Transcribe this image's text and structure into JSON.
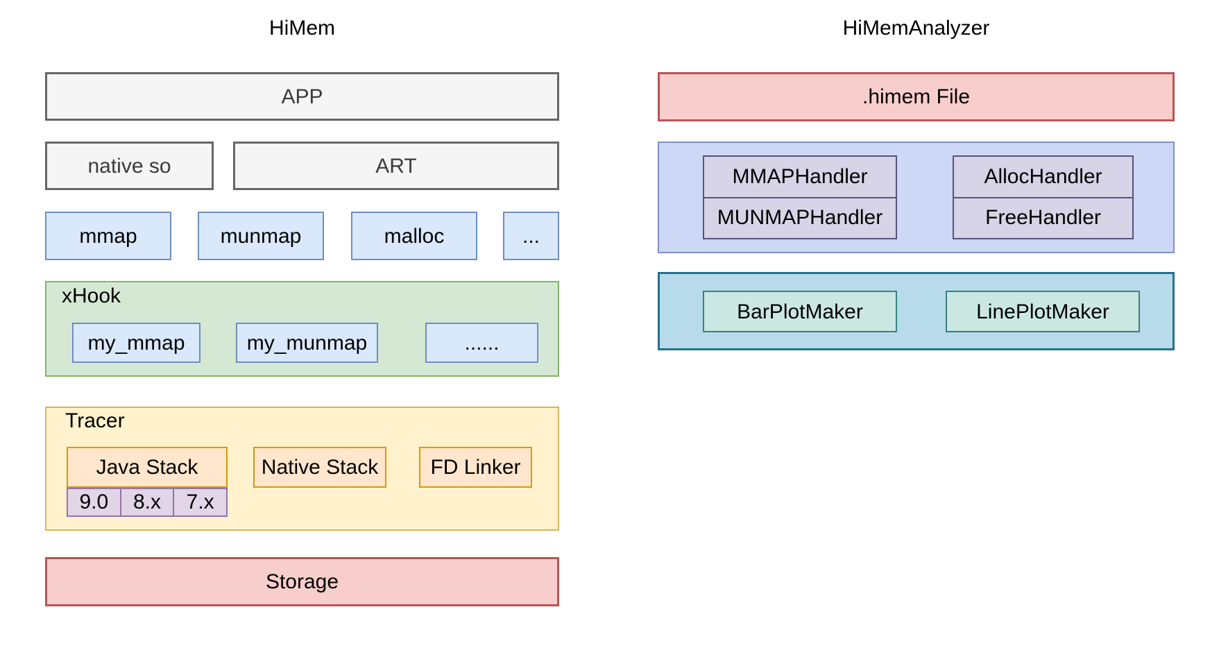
{
  "left_panel": {
    "title": "HiMem",
    "app_label": "APP",
    "native_so_label": "native so",
    "art_label": "ART",
    "syscalls": [
      "mmap",
      "munmap",
      "malloc",
      "..."
    ],
    "xhook": {
      "label": "xHook",
      "hooks": [
        "my_mmap",
        "my_munmap",
        "......"
      ]
    },
    "tracer": {
      "label": "Tracer",
      "java_stack_label": "Java Stack",
      "versions": [
        "9.0",
        "8.x",
        "7.x"
      ],
      "native_stack_label": "Native Stack",
      "fd_linker_label": "FD Linker"
    },
    "storage_label": "Storage"
  },
  "right_panel": {
    "title": "HiMemAnalyzer",
    "himem_file_label": ".himem File",
    "handlers": {
      "mmap": "MMAPHandler",
      "munmap": "MUNMAPHandler",
      "alloc": "AllocHandler",
      "free": "FreeHandler"
    },
    "plot_makers": {
      "bar": "BarPlotMaker",
      "line": "LinePlotMaker"
    }
  },
  "colors": {
    "grey_fill": "#f5f5f5",
    "grey_border": "#666666",
    "blue_fill": "#dae8fc",
    "blue_border": "#6c8ebf",
    "green_fill": "#d5e8d4",
    "green_border": "#82b366",
    "yellow_fill": "#fff2cc",
    "yellow_border": "#d6b656",
    "orange_fill": "#ffe6cc",
    "orange_border": "#d79b00",
    "purple_fill": "#e1d5e7",
    "purple_border": "#9673a6",
    "red_fill": "#f8cecc",
    "red_border": "#b85450",
    "handler_panel_fill": "#ccd8f5",
    "handler_panel_border": "#7d8fc9",
    "handler_fill": "#d6d4e6",
    "handler_border": "#56517e",
    "plot_panel_fill": "#b7dbeb",
    "plot_panel_border": "#23708f",
    "plot_fill": "#cbe7e2",
    "plot_border": "#36837c"
  }
}
